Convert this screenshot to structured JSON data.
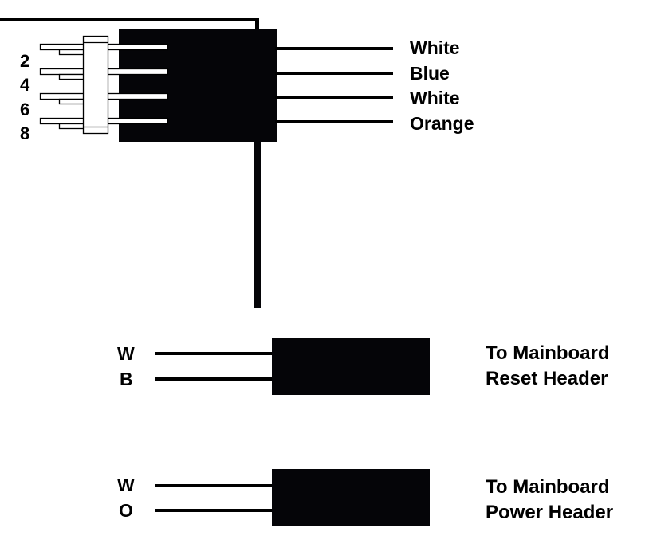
{
  "connector": {
    "pin_numbers": [
      "2",
      "4",
      "6",
      "8"
    ],
    "wire_colors": [
      "White",
      "Blue",
      "White",
      "Orange"
    ]
  },
  "reset_plug": {
    "wire_codes": [
      "W",
      "B"
    ],
    "destination_line1": "To Mainboard",
    "destination_line2": "Reset Header"
  },
  "power_plug": {
    "wire_codes": [
      "W",
      "O"
    ],
    "destination_line1": "To Mainboard",
    "destination_line2": "Power Header"
  },
  "colors": {
    "ink": "#000000",
    "block": "#050508",
    "background": "#ffffff"
  }
}
